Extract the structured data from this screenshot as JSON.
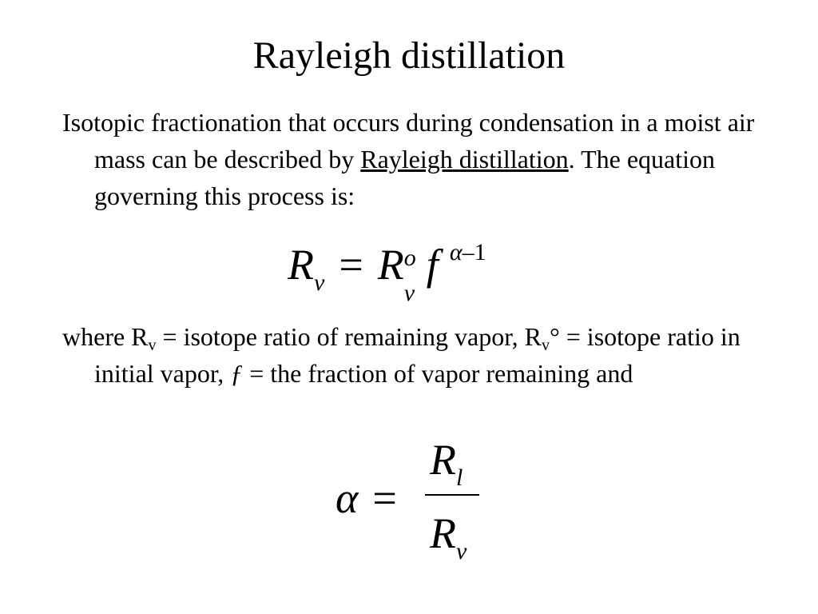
{
  "slide": {
    "title": "Rayleigh distillation",
    "para1": {
      "text_before": "Isotopic fractionation that occurs during condensation in a moist air mass can be described by ",
      "link1": "Rayleigh",
      "space": " ",
      "link2": "distillation",
      "text_after": ". The equation governing this process is:"
    },
    "equation1": {
      "lhs": "R",
      "lhs_sub": "v",
      "eq": "=",
      "r": "R",
      "r_sub": "v",
      "r_sup": "o",
      "f": "f",
      "exp_alpha": "α",
      "exp_rest": "–1"
    },
    "para2": {
      "t1": "where R",
      "s1": "v",
      "t2": " = isotope ratio of remaining vapor, R",
      "s2": "v",
      "t3": "° = isotope ratio in initial vapor, ",
      "f": "ƒ",
      "t4": " = the fraction of vapor remaining and"
    },
    "equation2": {
      "alpha": "α",
      "eq": "=",
      "num": "R",
      "num_sub": "l",
      "den": "R",
      "den_sub": "v"
    }
  }
}
